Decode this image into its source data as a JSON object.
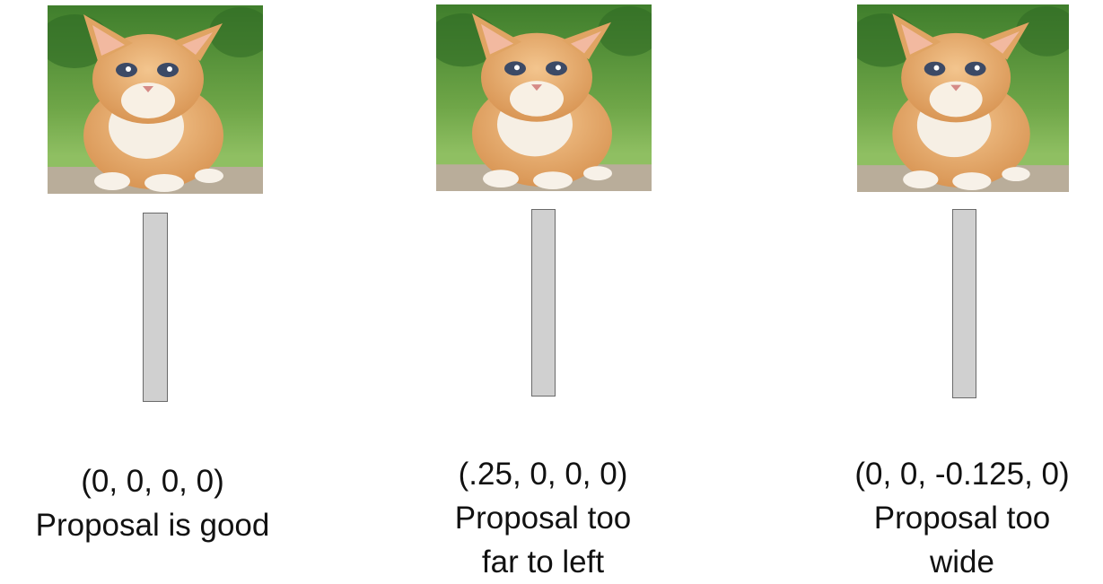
{
  "panels": [
    {
      "image": "kitten-photo",
      "vector_label": "(0, 0, 0, 0)",
      "description_lines": [
        "Proposal is good"
      ]
    },
    {
      "image": "kitten-photo",
      "vector_label": "(.25, 0, 0, 0)",
      "description_lines": [
        "Proposal too",
        "far to left"
      ]
    },
    {
      "image": "kitten-photo",
      "vector_label": "(0, 0, -0.125, 0)",
      "description_lines": [
        "Proposal too",
        "wide"
      ]
    }
  ],
  "colors": {
    "bar_fill": "#d0d0d0",
    "bar_border": "#6a6a6a",
    "text": "#111111"
  }
}
